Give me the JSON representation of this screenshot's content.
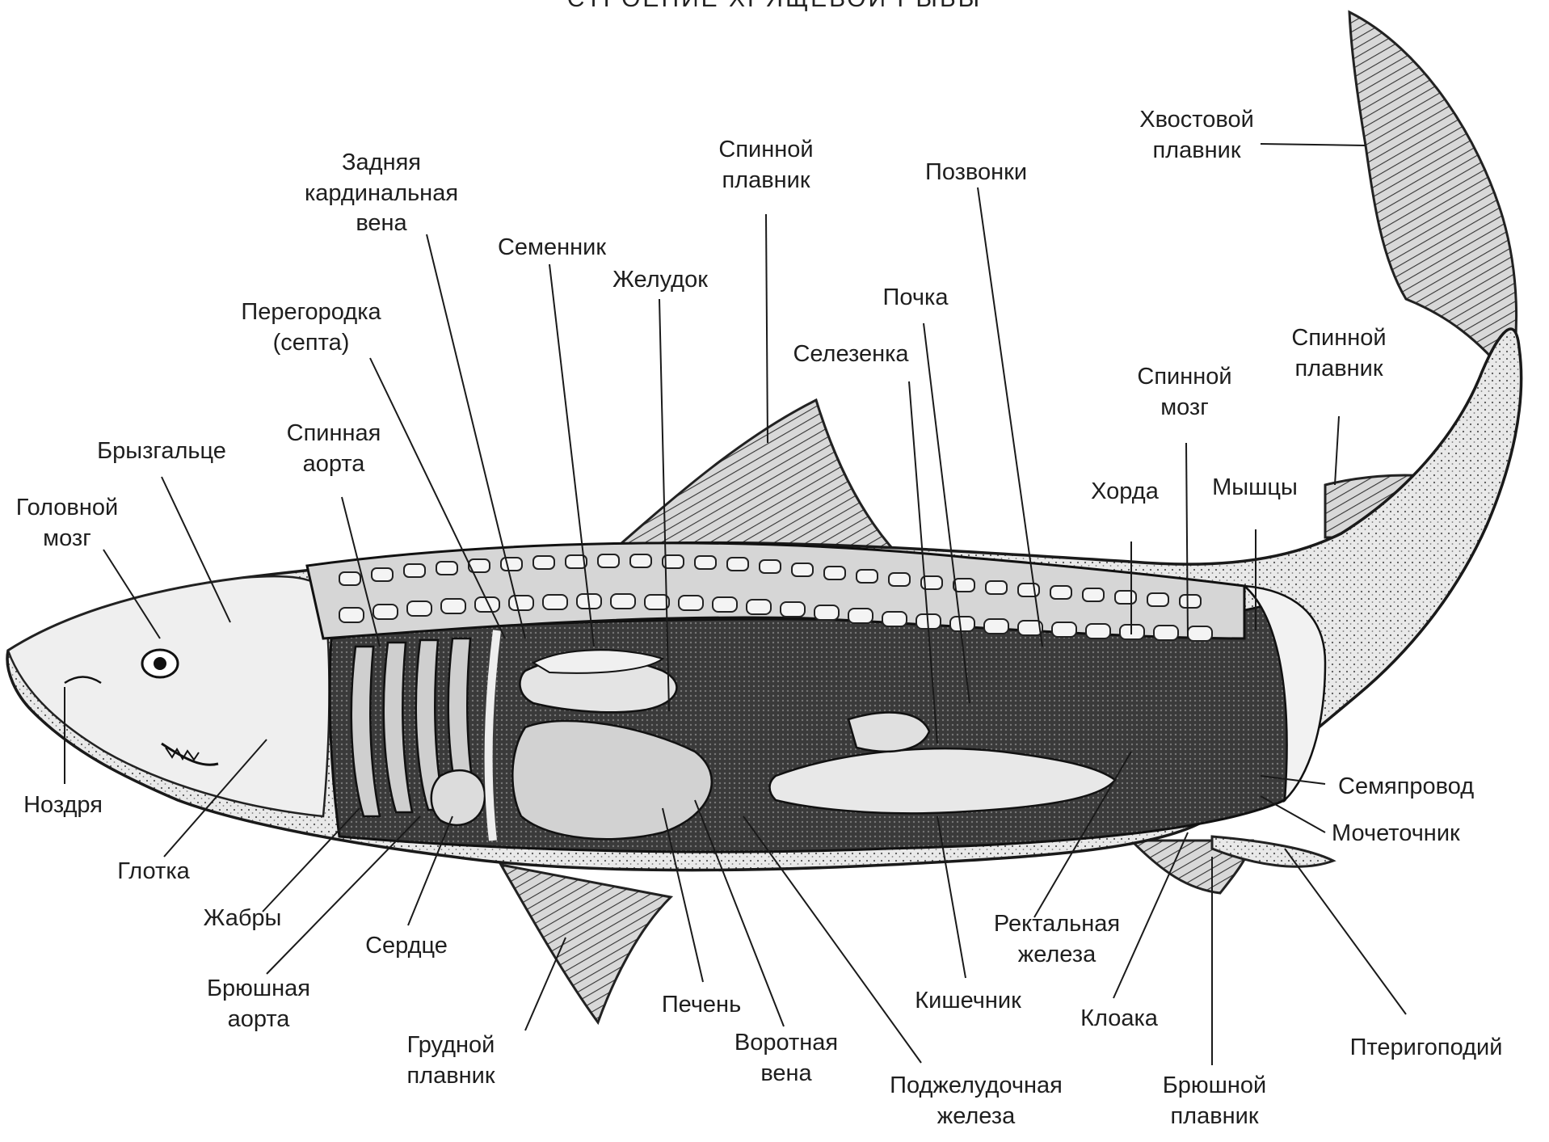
{
  "title": "СТРОЕНИЕ ХРЯЩЕВОЙ РЫБЫ",
  "labels": {
    "tail_fin": [
      "Хвостовой",
      "плавник"
    ],
    "dorsal_fin_1": [
      "Спинной",
      "плавник"
    ],
    "vertebrae": [
      "Позвонки"
    ],
    "post_cardinal_vein": [
      "Задняя",
      "кардинальная",
      "вена"
    ],
    "testis": [
      "Семенник"
    ],
    "stomach": [
      "Желудок"
    ],
    "kidney": [
      "Почка"
    ],
    "spleen": [
      "Селезенка"
    ],
    "septum": [
      "Перегородка",
      "(септа)"
    ],
    "dorsal_fin_2": [
      "Спинной",
      "плавник"
    ],
    "spinal_cord": [
      "Спинной",
      "мозг"
    ],
    "spiracle": [
      "Брызгальце"
    ],
    "dorsal_aorta": [
      "Спинная",
      "аорта"
    ],
    "brain": [
      "Головной",
      "мозг"
    ],
    "notochord": [
      "Хорда"
    ],
    "muscles": [
      "Мышцы"
    ],
    "nostril": [
      "Ноздря"
    ],
    "pharynx": [
      "Глотка"
    ],
    "gills": [
      "Жабры"
    ],
    "heart": [
      "Сердце"
    ],
    "ventral_aorta": [
      "Брюшная",
      "аорта"
    ],
    "pectoral_fin": [
      "Грудной",
      "плавник"
    ],
    "liver": [
      "Печень"
    ],
    "portal_vein": [
      "Воротная",
      "вена"
    ],
    "pancreas": [
      "Поджелудочная",
      "железа"
    ],
    "intestine": [
      "Кишечник"
    ],
    "rectal_gland": [
      "Ректальная",
      "железа"
    ],
    "cloaca": [
      "Клоака"
    ],
    "pelvic_fin": [
      "Брюшной",
      "плавник"
    ],
    "pterygopodium": [
      "Птеригоподий"
    ],
    "sperm_duct": [
      "Семяпровод"
    ],
    "ureter": [
      "Мочеточник"
    ]
  }
}
